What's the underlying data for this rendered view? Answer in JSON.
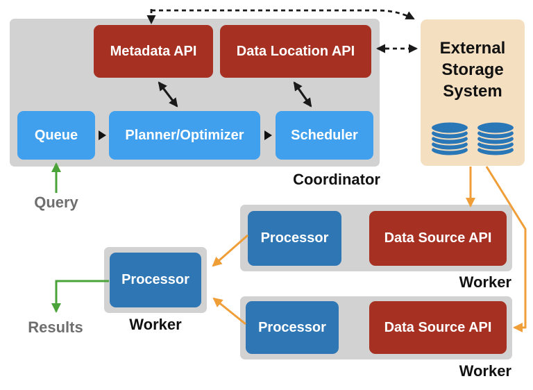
{
  "coordinator": {
    "label": "Coordinator",
    "metadata_api": "Metadata API",
    "data_location_api": "Data Location API",
    "queue": "Queue",
    "planner": "Planner/Optimizer",
    "scheduler": "Scheduler"
  },
  "external_storage": {
    "label": "External Storage System"
  },
  "workers": {
    "left": {
      "processor": "Processor",
      "label": "Worker"
    },
    "middle": {
      "processor": "Processor",
      "data_source_api": "Data Source API",
      "label": "Worker"
    },
    "bottom": {
      "processor": "Processor",
      "data_source_api": "Data Source API",
      "label": "Worker"
    }
  },
  "annotations": {
    "query": "Query",
    "results": "Results"
  },
  "colors": {
    "api_red": "#a63122",
    "stage_blue": "#41a0ee",
    "processor_blue": "#2f76b4",
    "container_gray": "#d2d2d2",
    "storage_beige": "#f5dfc1",
    "database_blue": "#2a77b8",
    "arrow_black": "#1a1a1a",
    "arrow_orange": "#f09e38",
    "arrow_green": "#4aa338",
    "label_gray": "#6e6e6e",
    "label_black": "#111111"
  },
  "flows": [
    {
      "style": "dashed-black",
      "from": "external-storage-system",
      "to": "metadata-api",
      "bidirectional": true
    },
    {
      "style": "dashed-black",
      "from": "external-storage-system",
      "to": "data-location-api",
      "bidirectional": true
    },
    {
      "style": "solid-black",
      "from": "metadata-api",
      "to": "planner-optimizer",
      "bidirectional": true
    },
    {
      "style": "solid-black",
      "from": "data-location-api",
      "to": "scheduler",
      "bidirectional": true
    },
    {
      "style": "solid-black",
      "from": "queue",
      "to": "planner-optimizer",
      "bidirectional": false
    },
    {
      "style": "solid-black",
      "from": "planner-optimizer",
      "to": "scheduler",
      "bidirectional": false
    },
    {
      "style": "green",
      "from": "query",
      "to": "queue",
      "bidirectional": false
    },
    {
      "style": "green",
      "from": "processor-left",
      "to": "results",
      "bidirectional": false
    },
    {
      "style": "orange",
      "from": "external-storage-system",
      "to": "data-source-api-middle",
      "bidirectional": false
    },
    {
      "style": "orange",
      "from": "external-storage-system",
      "to": "data-source-api-bottom",
      "bidirectional": false
    },
    {
      "style": "orange",
      "from": "processor-middle",
      "to": "processor-left",
      "bidirectional": false
    },
    {
      "style": "orange",
      "from": "processor-bottom",
      "to": "processor-left",
      "bidirectional": false
    }
  ]
}
